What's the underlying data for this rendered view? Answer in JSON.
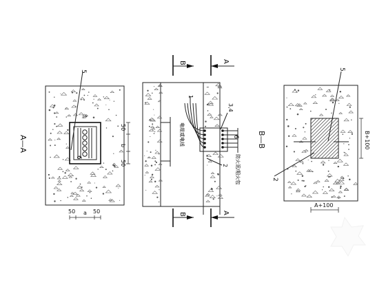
{
  "section_labels": {
    "left": "A—A",
    "right": "B—B"
  },
  "cut_markers": {
    "top_left": "B",
    "top_right": "A",
    "bottom_left": "B",
    "bottom_right": "A"
  },
  "callouts": {
    "left_item_top": "5",
    "left_item_inner": "6",
    "middle_item_1": "1",
    "middle_item_34": "3,4",
    "middle_item_6": "6",
    "middle_item_2": "2",
    "right_item_top": "5",
    "right_item_bottom": "2"
  },
  "dimensions": {
    "left_vertical": [
      "50",
      "b",
      "50"
    ],
    "left_horizontal": [
      "50",
      "a",
      "50"
    ],
    "right_vertical": "B+100",
    "right_horizontal": "A+100"
  },
  "notes": {
    "middle_vertical_1": "电缆或电线",
    "middle_vertical_2": "防火泥/阻火包"
  }
}
